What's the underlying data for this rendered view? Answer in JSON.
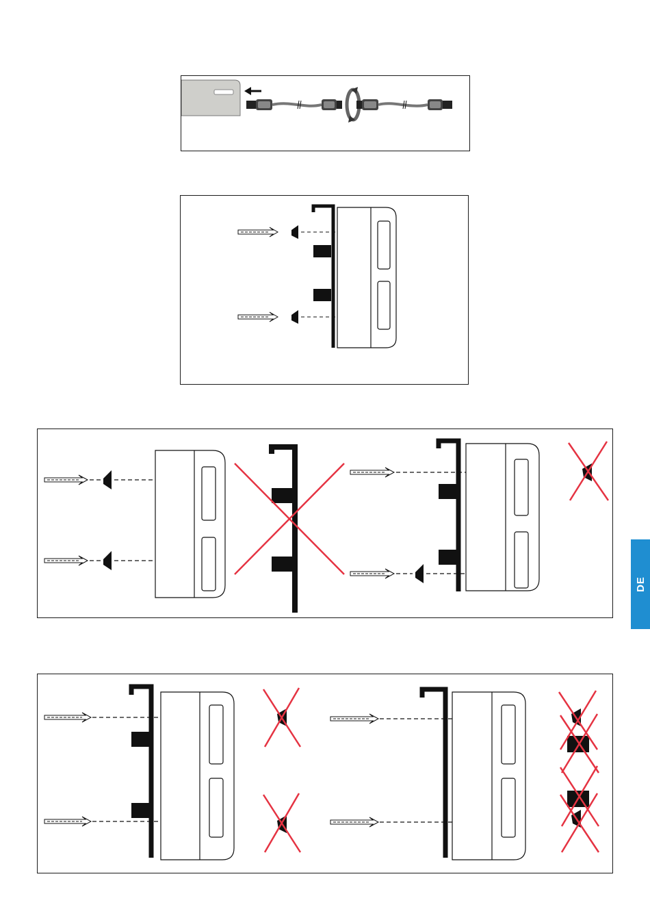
{
  "language_tab": {
    "label": "DE",
    "color": "#1f8ed1"
  },
  "colors": {
    "line": "#111111",
    "cross": "#e53342",
    "sensor_body": "#cfcfcb",
    "cable": "#9a9a9a"
  },
  "figures": [
    {
      "id": "cable-connection",
      "icons": [
        "sensor-unit",
        "push-arrow-icon",
        "rotate-arrow-icon",
        "m12-connector",
        "cable"
      ]
    },
    {
      "id": "correct-mounting",
      "icons": [
        "screw-icon",
        "mounting-bracket",
        "sensor-housing",
        "spacer-block"
      ]
    },
    {
      "id": "incorrect-mounting-1",
      "icons": [
        "screw-icon",
        "mounting-bracket",
        "sensor-housing",
        "cross-mark-icon"
      ]
    },
    {
      "id": "incorrect-mounting-2",
      "icons": [
        "screw-icon",
        "mounting-bracket",
        "sensor-housing",
        "cross-mark-icon"
      ]
    }
  ]
}
